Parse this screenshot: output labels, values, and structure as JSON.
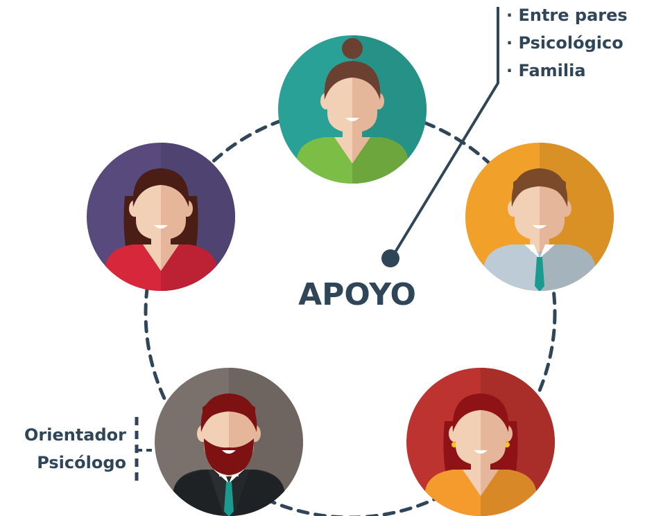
{
  "center": {
    "label": "APOYO"
  },
  "support_list": {
    "items": [
      "· Entre pares",
      "· Psicológico",
      "· Familia"
    ]
  },
  "side_labels": {
    "line1": "Orientador",
    "line2": "Psicólogo"
  },
  "colors": {
    "ink": "#2f4558",
    "teal": "#2aa196",
    "orange": "#f1a12a",
    "purple": "#584a7d",
    "red": "#bc332f",
    "grey": "#7a706c"
  },
  "people": [
    {
      "name": "woman-bun",
      "bg": "#2aa196",
      "hair": "#6b4030",
      "shirt": "#7bbd45",
      "style": "bun"
    },
    {
      "name": "man-tie",
      "bg": "#f1a12a",
      "hair": "#7a4a2a",
      "shirt": "#bccbd6",
      "style": "man-tie"
    },
    {
      "name": "woman-long-hair",
      "bg": "#584a7d",
      "hair": "#4a1e14",
      "shirt": "#d7273b",
      "style": "long"
    },
    {
      "name": "woman-earrings",
      "bg": "#bc332f",
      "hair": "#8e1216",
      "shirt": "#f59a2c",
      "style": "long-earrings"
    },
    {
      "name": "man-beard",
      "bg": "#7a706c",
      "hair": "#7e1212",
      "shirt": "#2a2e31",
      "style": "beard"
    }
  ]
}
